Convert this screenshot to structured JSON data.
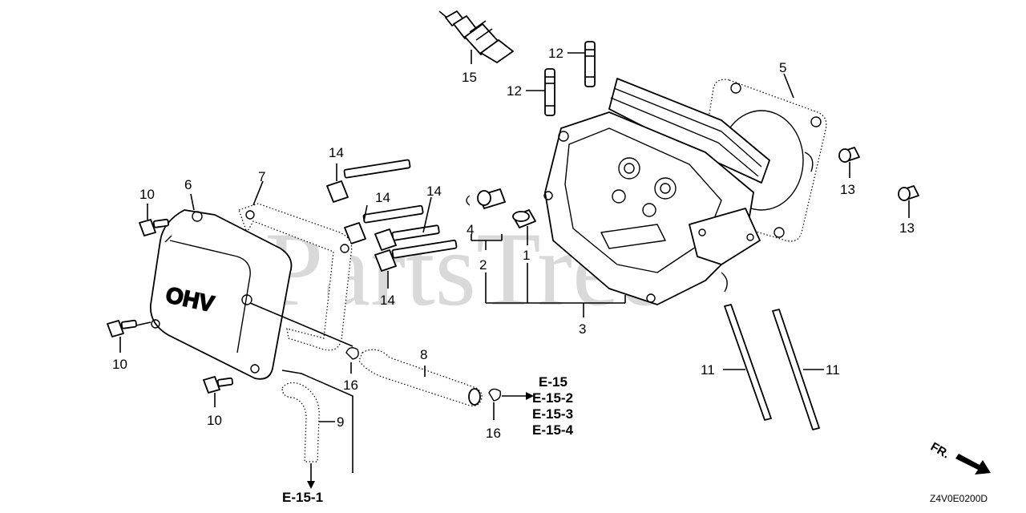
{
  "watermark": "PartsTree",
  "diagram_code": "Z4V0E0200D",
  "front_marker": "FR.",
  "callouts": {
    "c1": "1",
    "c2": "2",
    "c3": "3",
    "c4": "4",
    "c5": "5",
    "c6": "6",
    "c7": "7",
    "c8": "8",
    "c9": "9",
    "c10a": "10",
    "c10b": "10",
    "c10c": "10",
    "c11a": "11",
    "c11b": "11",
    "c12a": "12",
    "c12b": "12",
    "c13a": "13",
    "c13b": "13",
    "c14a": "14",
    "c14b": "14",
    "c14c": "14",
    "c14d": "14",
    "c15": "15",
    "c16a": "16",
    "c16b": "16"
  },
  "cover_lettering": "OHV",
  "references": {
    "e15": "E-15",
    "e152": "E-15-2",
    "e153": "E-15-3",
    "e154": "E-15-4",
    "e151": "E-15-1"
  }
}
